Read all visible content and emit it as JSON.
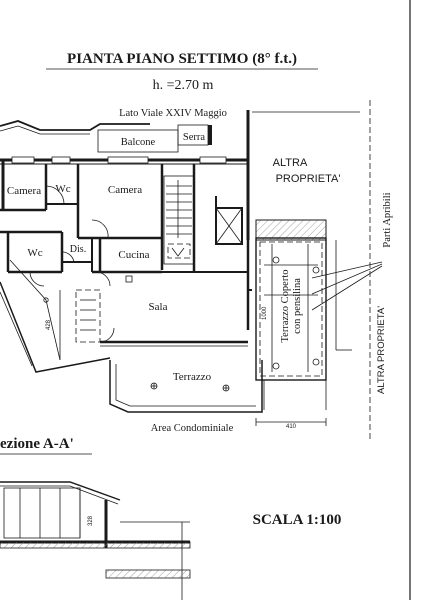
{
  "header": {
    "title": "PIANTA PIANO SETTIMO (8° f.t.)",
    "height": "h. =2.70 m"
  },
  "labels": {
    "street": "Lato Viale XXIV Maggio",
    "balcone": "Balcone",
    "serra": "Serra",
    "camera_left": "Camera",
    "wc_top": "Wc",
    "camera_right": "Camera",
    "wc_bottom": "Wc",
    "dis": "Dis.",
    "cucina": "Cucina",
    "sala": "Sala",
    "terrazzo": "Terrazzo",
    "terrazzo_coperto_1": "Terrazzo Coperto",
    "terrazzo_coperto_2": "con pensilina",
    "altra_top_1": "ALTRA",
    "altra_top_2": "PROPRIETA'",
    "parti_apribili": "Parti Apribili",
    "altra_right": "ALTRA PROPRIETA'",
    "area_condominiale": "Area Condominiale",
    "sezione": "ezione A-A'",
    "scala": "SCALA 1:100"
  },
  "dimensions": {
    "d428": "428",
    "d1000": "1000",
    "d410": "410",
    "d328": "328"
  }
}
